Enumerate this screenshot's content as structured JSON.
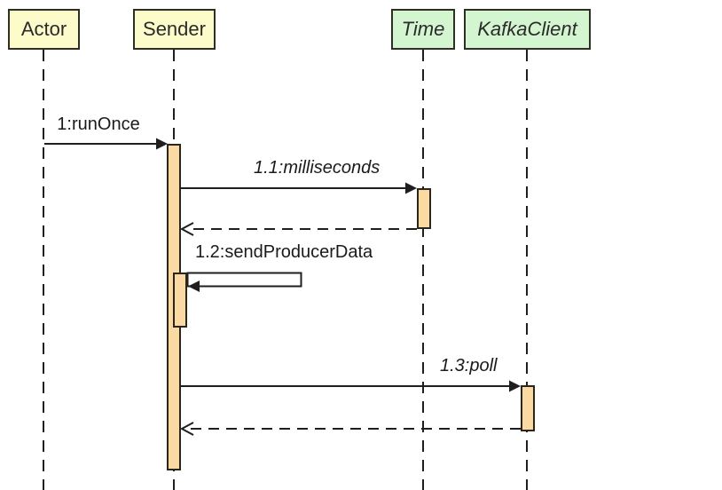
{
  "diagram": {
    "kind": "uml-sequence-diagram",
    "participants": [
      {
        "id": "actor",
        "label": "Actor",
        "stereotype": "object",
        "fill": "#FCFCCB",
        "italic": false
      },
      {
        "id": "sender",
        "label": "Sender",
        "stereotype": "object",
        "fill": "#FCFCCB",
        "italic": false
      },
      {
        "id": "time",
        "label": "Time",
        "stereotype": "class",
        "fill": "#D3F5D0",
        "italic": true
      },
      {
        "id": "kafkaclient",
        "label": "KafkaClient",
        "stereotype": "class",
        "fill": "#D3F5D0",
        "italic": true
      }
    ],
    "messages": [
      {
        "seq": "1",
        "label": "1:runOnce",
        "from": "Actor",
        "to": "Sender",
        "line": "solid",
        "arrowhead": "filled",
        "italic": false
      },
      {
        "seq": "1.1",
        "label": "1.1:milliseconds",
        "from": "Sender",
        "to": "Time",
        "line": "solid",
        "arrowhead": "filled",
        "italic": true
      },
      {
        "seq": "1.2",
        "label": "1.2:sendProducerData",
        "from": "Sender",
        "to": "Sender",
        "line": "self",
        "arrowhead": "filled",
        "italic": false
      },
      {
        "seq": "1.3",
        "label": "1.3:poll",
        "from": "Sender",
        "to": "KafkaClient",
        "line": "solid",
        "arrowhead": "filled",
        "italic": true
      }
    ],
    "returns": [
      {
        "from": "Time",
        "to": "Sender",
        "line": "dashed",
        "arrowhead": "open"
      },
      {
        "from": "KafkaClient",
        "to": "Sender",
        "line": "dashed",
        "arrowhead": "open"
      }
    ],
    "colors": {
      "object_box_fill": "#FCFCCB",
      "class_box_fill": "#D3F5D0",
      "activation_fill": "#FAD9A3",
      "stroke": "#1F1F1F",
      "background": "#FFFFFF"
    }
  }
}
